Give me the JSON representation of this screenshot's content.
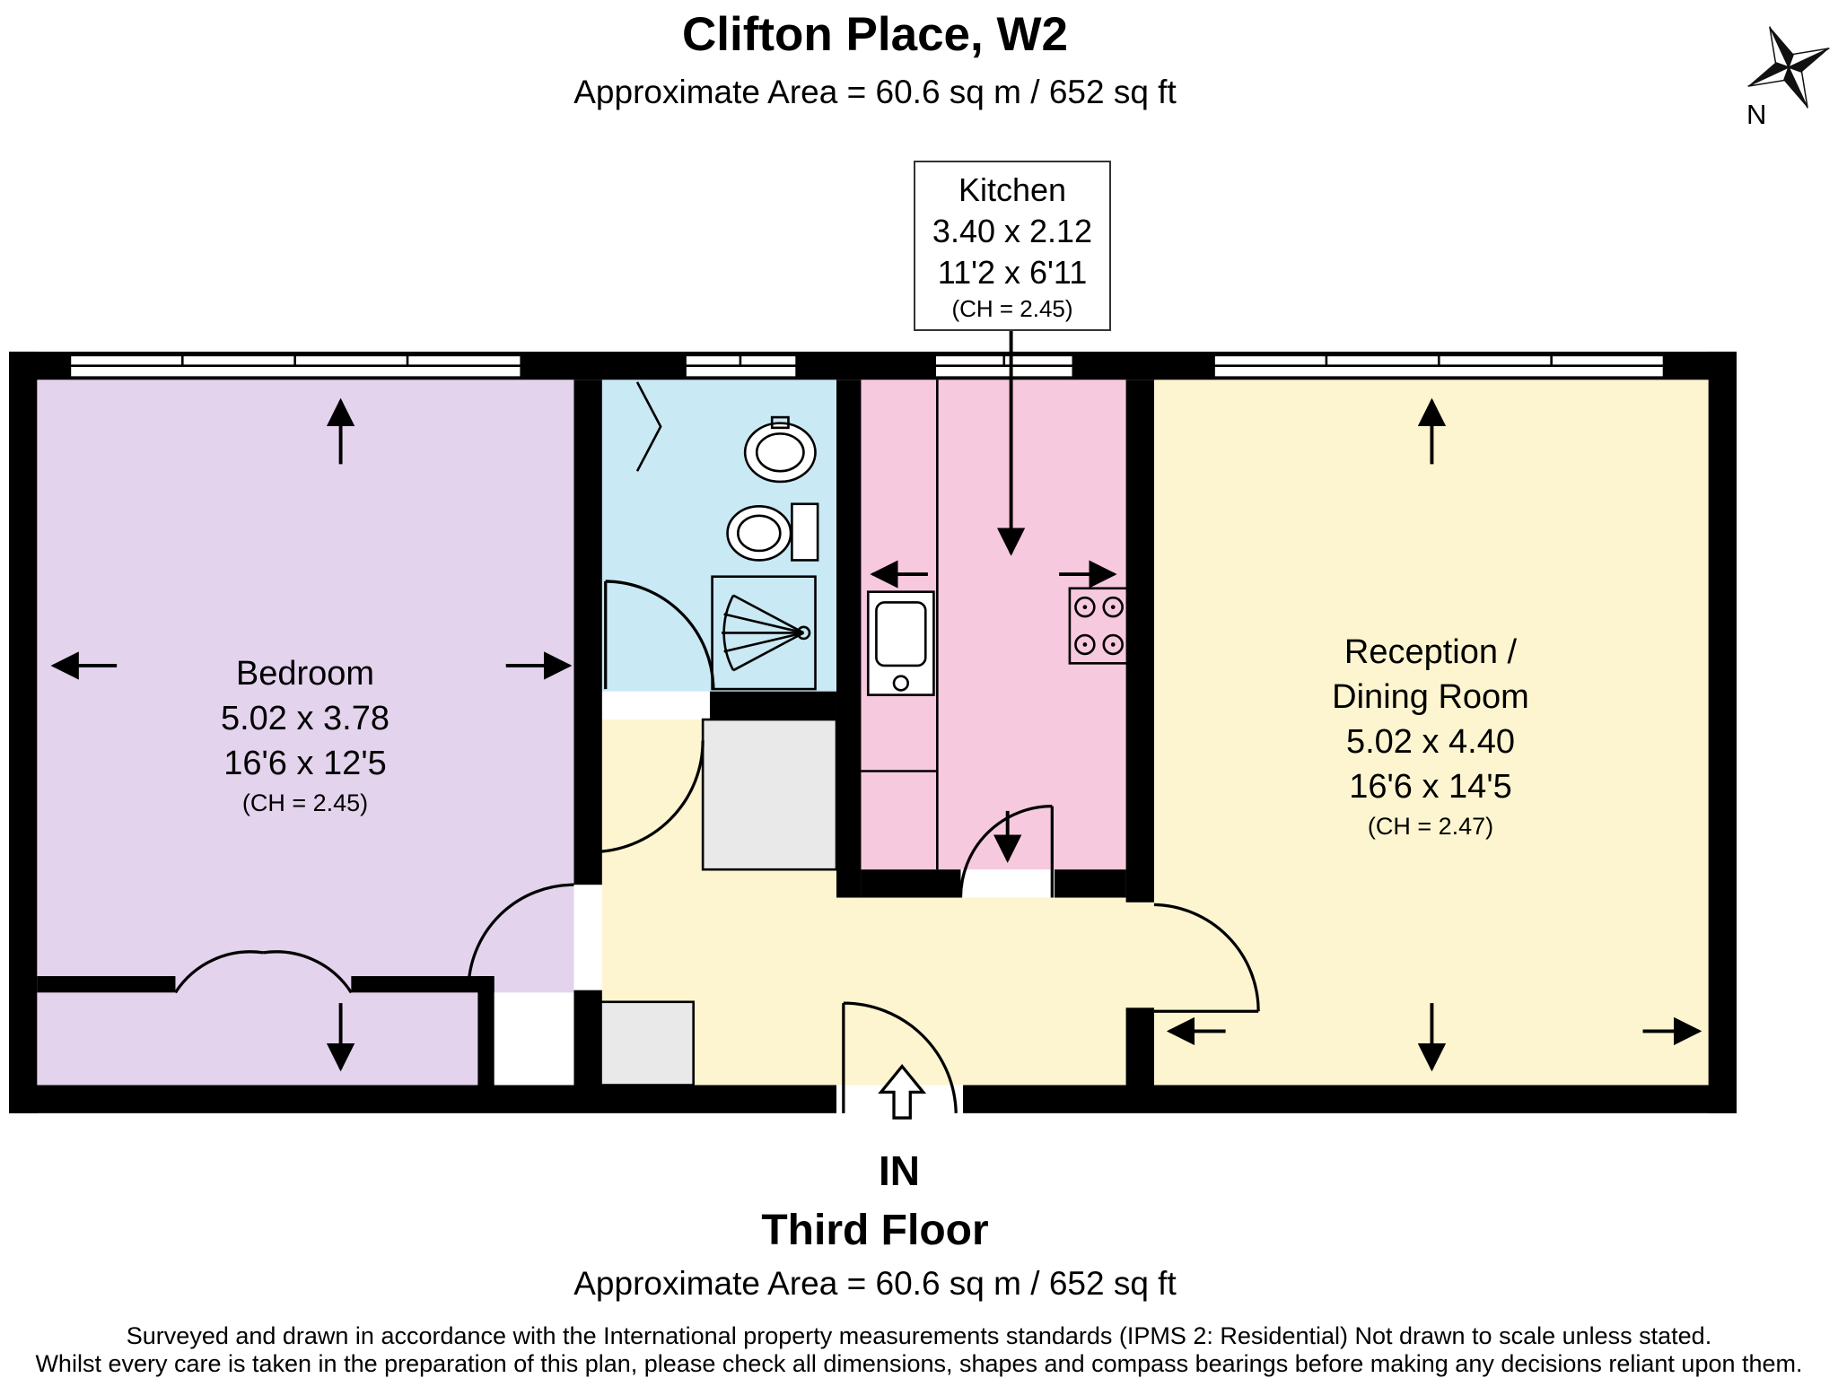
{
  "header": {
    "title": "Clifton Place, W2",
    "subtitle": "Approximate Area = 60.6 sq m / 652 sq ft"
  },
  "compass": {
    "north": "N"
  },
  "kitchen_label": {
    "name": "Kitchen",
    "metric": "3.40 x 2.12",
    "imperial": "11'2 x 6'11",
    "ceiling_height": "(CH = 2.45)"
  },
  "rooms": {
    "bedroom": {
      "name": "Bedroom",
      "metric": "5.02 x 3.78",
      "imperial": "16'6 x 12'5",
      "ceiling_height": "(CH = 2.45)"
    },
    "reception": {
      "name_line1": "Reception /",
      "name_line2": "Dining Room",
      "metric": "5.02 x 4.40",
      "imperial": "16'6 x 14'5",
      "ceiling_height": "(CH = 2.47)"
    }
  },
  "entrance": {
    "label": "IN"
  },
  "footer": {
    "floor_name": "Third Floor",
    "area": "Approximate Area = 60.6 sq m / 652 sq ft",
    "disclaimer_line1": "Surveyed and drawn in accordance with the International property measurements standards (IPMS 2: Residential) Not drawn to scale unless stated.",
    "disclaimer_line2": "Whilst every care is taken in the preparation of this plan, please check all dimensions, shapes and compass bearings before making any decisions reliant upon them."
  },
  "colors": {
    "bedroom": "#E3D3EC",
    "bathroom": "#C9E9F4",
    "kitchen": "#F7C9DE",
    "reception": "#FCF5CF",
    "hallway": "#FCF5CF",
    "closet": "#E9E9E9",
    "wall": "#000000"
  }
}
